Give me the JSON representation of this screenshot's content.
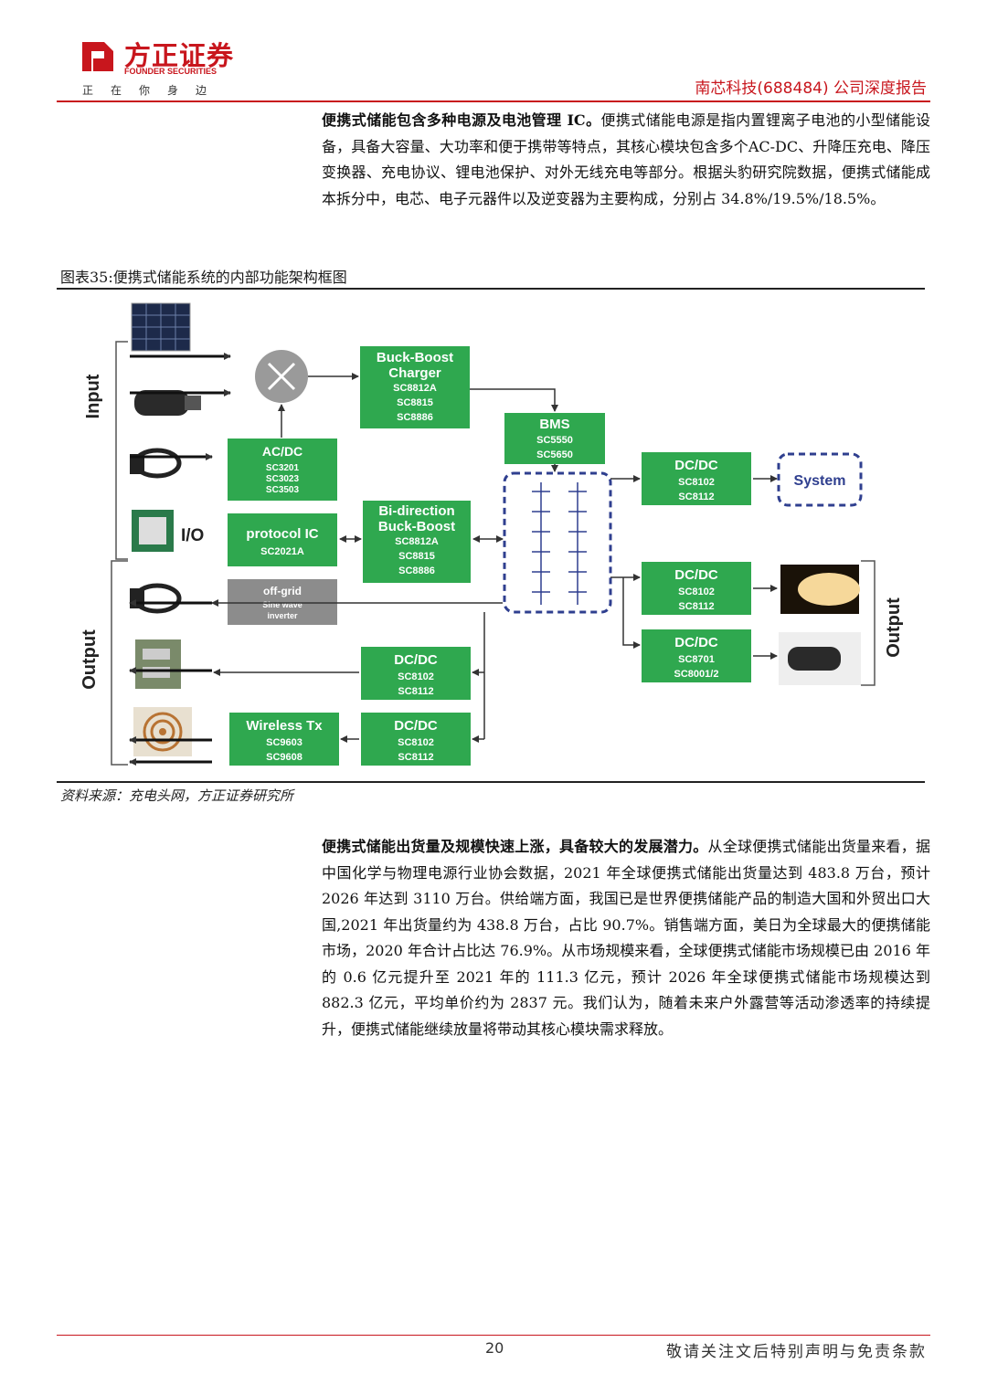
{
  "header": {
    "logo_cn": "方正证券",
    "logo_en": "FOUNDER SECURITIES",
    "slogan": "正在你身边",
    "report_title": "南芯科技(688484) 公司深度报告"
  },
  "para1": {
    "lead": "便携式储能包含多种电源及电池管理 IC。",
    "body": "便携式储能电源是指内置锂离子电池的小型储能设备，具备大容量、大功率和便于携带等特点，其核心模块包含多个AC-DC、升降压充电、降压变换器、充电协议、锂电池保护、对外无线充电等部分。根据头豹研究院数据，便携式储能成本拆分中，电芯、电子元器件以及逆变器为主要构成，分别占 34.8%/19.5%/18.5%。"
  },
  "figure": {
    "title": "图表35:便携式储能系统的内部功能架构框图",
    "source": "资料来源：充电头网，方正证券研究所",
    "labels": {
      "input": "Input",
      "output": "Output",
      "io": "I/O",
      "system": "System"
    },
    "boxes": {
      "charger": [
        "Buck-Boost",
        "Charger",
        "SC8812A",
        "SC8815",
        "SC8886"
      ],
      "bms": [
        "BMS",
        "SC5550",
        "SC5650"
      ],
      "acdc": [
        "AC/DC",
        "SC3201",
        "SC3023",
        "SC3503"
      ],
      "protocol": [
        "protocol  IC",
        "SC2021A"
      ],
      "bidir": [
        "Bi-direction",
        "Buck-Boost",
        "SC8812A",
        "SC8815",
        "SC8886"
      ],
      "dcdc_sys": [
        "DC/DC",
        "SC8102",
        "SC8112"
      ],
      "dcdc_light": [
        "DC/DC",
        "SC8102",
        "SC8112"
      ],
      "dcdc_car": [
        "DC/DC",
        "SC8701",
        "SC8001/2"
      ],
      "inverter": [
        "off-grid",
        "Sine wave",
        "inverter"
      ],
      "dcdc_usb": [
        "DC/DC",
        "SC8102",
        "SC8112"
      ],
      "dcdc_wireless": [
        "DC/DC",
        "SC8102",
        "SC8112"
      ],
      "wireless": [
        "Wireless Tx",
        "SC9603",
        "SC9608"
      ]
    }
  },
  "para2": {
    "lead": "便携式储能出货量及规模快速上涨，具备较大的发展潜力。",
    "body": "从全球便携式储能出货量来看，据中国化学与物理电源行业协会数据，2021 年全球便携式储能出货量达到 483.8 万台，预计 2026 年达到 3110 万台。供给端方面，我国已是世界便携储能产品的制造大国和外贸出口大国,2021 年出货量约为 438.8 万台，占比 90.7%。销售端方面，美日为全球最大的便携储能市场，2020 年合计占比达 76.9%。从市场规模来看，全球便携式储能市场规模已由 2016 年的 0.6 亿元提升至 2021 年的 111.3 亿元，预计 2026 年全球便携式储能市场规模达到 882.3 亿元，平均单价约为 2837 元。我们认为，随着未来户外露营等活动渗透率的持续提升，便携式储能继续放量将带动其核心模块需求释放。"
  },
  "footer": {
    "page": "20",
    "disclaimer": "敬请关注文后特别声明与免责条款"
  },
  "colors": {
    "brand_red": "#c8161d",
    "box_green": "#2fa84f",
    "dashed_blue": "#2f3f8f"
  }
}
